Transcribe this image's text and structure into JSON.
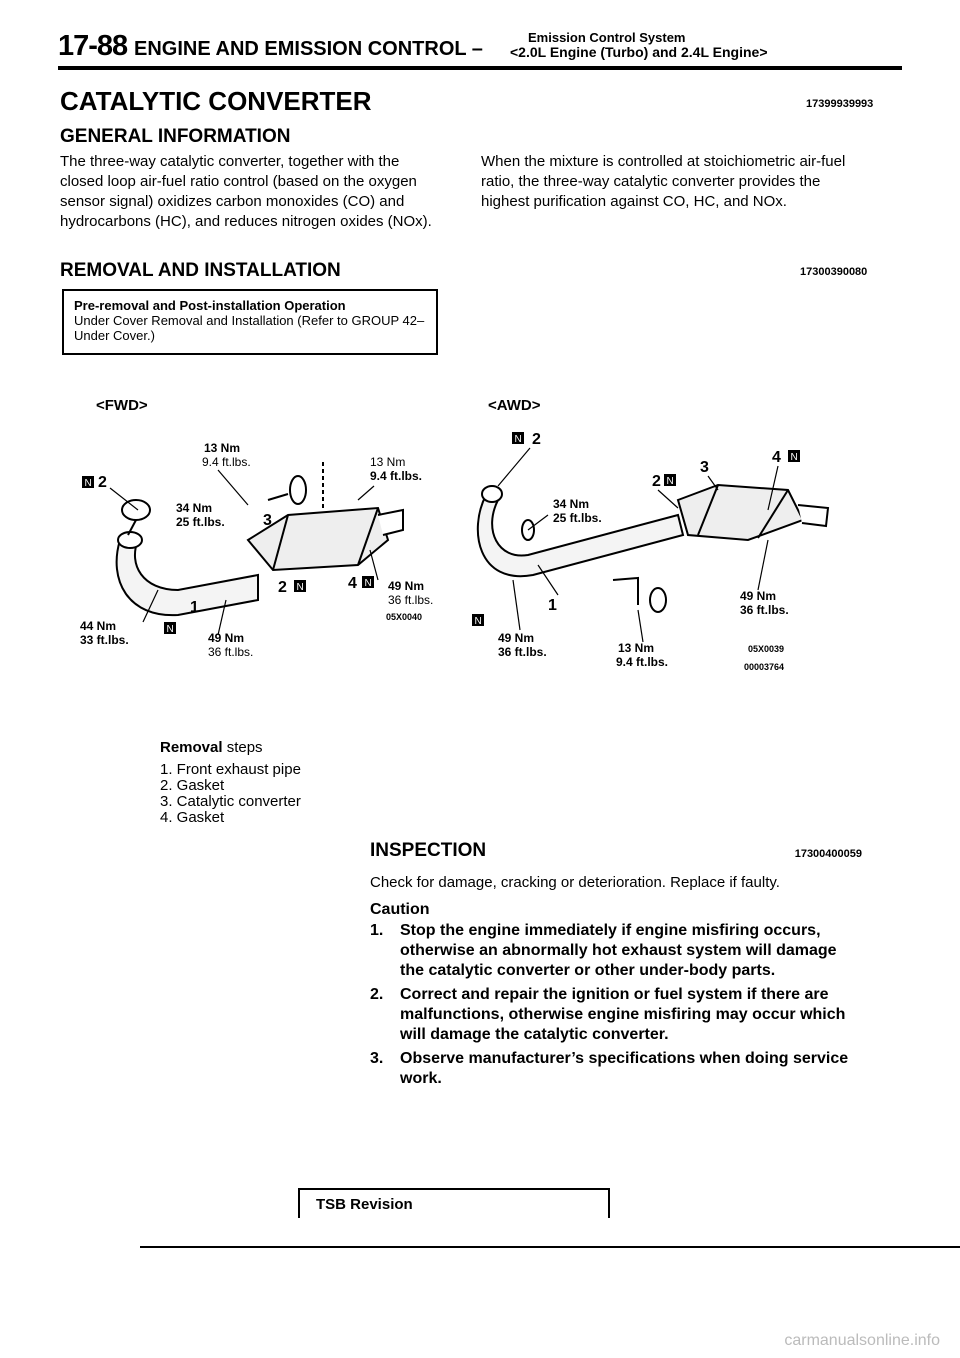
{
  "header": {
    "page_number": "17-88",
    "title": "ENGINE AND EMISSION CONTROL –",
    "system": "Emission Control System",
    "subtitle": "<2.0L Engine (Turbo) and 2.4L Engine>"
  },
  "section": {
    "title": "CATALYTIC CONVERTER",
    "code": "17399939993"
  },
  "general": {
    "heading": "GENERAL INFORMATION",
    "left_text": "The three-way catalytic converter, together with the closed loop air-fuel ratio control (based on the oxygen sensor signal) oxidizes carbon monoxides (CO) and hydrocarbons (HC), and reduces nitrogen oxides (NOx).",
    "right_text": "When the mixture is controlled at stoichiometric air-fuel ratio, the three-way catalytic converter provides the highest purification against CO, HC, and NOx."
  },
  "removal": {
    "heading": "REMOVAL AND INSTALLATION",
    "code": "17300390080",
    "pre_title": "Pre-removal and Post-installation Operation",
    "pre_body": "Under Cover Removal and Installation (Refer to GROUP 42–Under Cover.)"
  },
  "figure": {
    "fwd_label": "<FWD>",
    "awd_label": "<AWD>",
    "fwd": {
      "t1a": "13 Nm",
      "t1b": "9.4 ft.lbs.",
      "t2a": "13 Nm",
      "t2b": "9.4 ft.lbs.",
      "t3a": "34 Nm",
      "t3b": "25 ft.lbs.",
      "t4a": "49 Nm",
      "t4b": "36 ft.lbs.",
      "t5a": "44 Nm",
      "t5b": "33 ft.lbs.",
      "t6a": "49 Nm",
      "t6b": "36 ft.lbs.",
      "code": "05X0040",
      "n1": "1",
      "n2": "2",
      "n3": "3",
      "n4": "4",
      "n2b": "2"
    },
    "awd": {
      "t1a": "34 Nm",
      "t1b": "25 ft.lbs.",
      "t2a": "49 Nm",
      "t2b": "36 ft.lbs.",
      "t3a": "49 Nm",
      "t3b": "36 ft.lbs.",
      "t4a": "13 Nm",
      "t4b": "9.4 ft.lbs.",
      "code1": "05X0039",
      "code2": "00003764",
      "n1": "1",
      "n2": "2",
      "n3": "3",
      "n4": "4",
      "n2b": "2"
    },
    "badge_letter": "N"
  },
  "steps": {
    "heading_bold": "Removal",
    "heading_rest": " steps",
    "items": [
      "1. Front exhaust pipe",
      "2. Gasket",
      "3. Catalytic converter",
      "4. Gasket"
    ]
  },
  "inspection": {
    "heading": "INSPECTION",
    "code": "17300400059",
    "text": "Check for damage, cracking or deterioration. Replace if faulty.",
    "caution_label": "Caution",
    "cautions": [
      {
        "n": "1.",
        "text": "Stop the engine immediately if engine misfiring occurs, otherwise an abnormally hot exhaust system will damage the catalytic converter or other under-body parts."
      },
      {
        "n": "2.",
        "text": "Correct and repair the ignition or fuel system if there are malfunctions, otherwise engine misfiring may occur which will damage the catalytic converter."
      },
      {
        "n": "3.",
        "text": "Observe manufacturer’s specifications when doing service work."
      }
    ]
  },
  "footer": {
    "tsb": "TSB Revision",
    "watermark": "carmanualsonline.info"
  }
}
